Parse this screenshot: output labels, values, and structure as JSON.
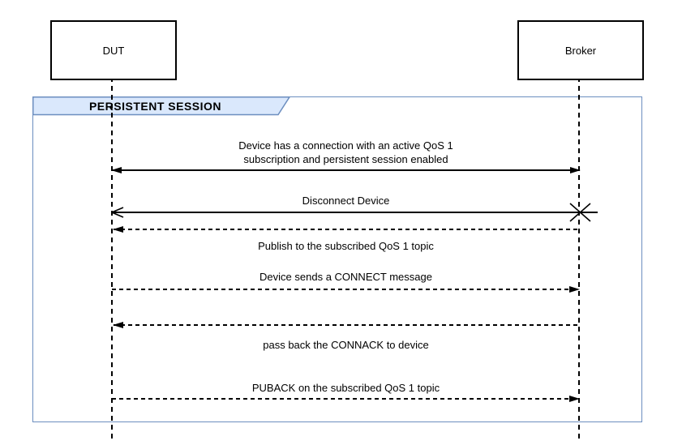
{
  "diagram_type": "uml-sequence-diagram",
  "actors": [
    {
      "id": "dut",
      "label": "DUT"
    },
    {
      "id": "broker",
      "label": "Broker"
    }
  ],
  "frame": {
    "title": "PERSISTENT SESSION"
  },
  "messages": [
    {
      "text": [
        "Device has a connection with an active QoS 1",
        "subscription and persistent session enabled"
      ],
      "line": "solid",
      "direction": "bidirectional",
      "arrowheads": "filled-both-ends"
    },
    {
      "text": [
        "Disconnect Device"
      ],
      "line": "solid",
      "direction": "broker-to-dut",
      "arrowheads": "open-left",
      "end_marker": "lost-message-x-at-broker"
    },
    {
      "text": [
        "Publish to the subscribed QoS 1 topic"
      ],
      "line": "dashed",
      "direction": "broker-to-dut",
      "arrowheads": "filled-left",
      "label_position": "below-line"
    },
    {
      "text": [
        "Device sends a CONNECT message"
      ],
      "line": "dashed",
      "direction": "dut-to-broker",
      "arrowheads": "filled-right",
      "label_position": "above-line"
    },
    {
      "text": [
        "pass back the CONNACK to device"
      ],
      "line": "dashed",
      "direction": "broker-to-dut",
      "arrowheads": "filled-left",
      "label_position": "below-line"
    },
    {
      "text": [
        "PUBACK on the subscribed QoS 1 topic"
      ],
      "line": "dashed",
      "direction": "dut-to-broker",
      "arrowheads": "filled-right",
      "label_position": "above-line"
    }
  ],
  "colors": {
    "line": "#000000",
    "frame_border": "#6c8ebf",
    "frame_tab_fill": "#dae8fc",
    "background": "#ffffff"
  }
}
